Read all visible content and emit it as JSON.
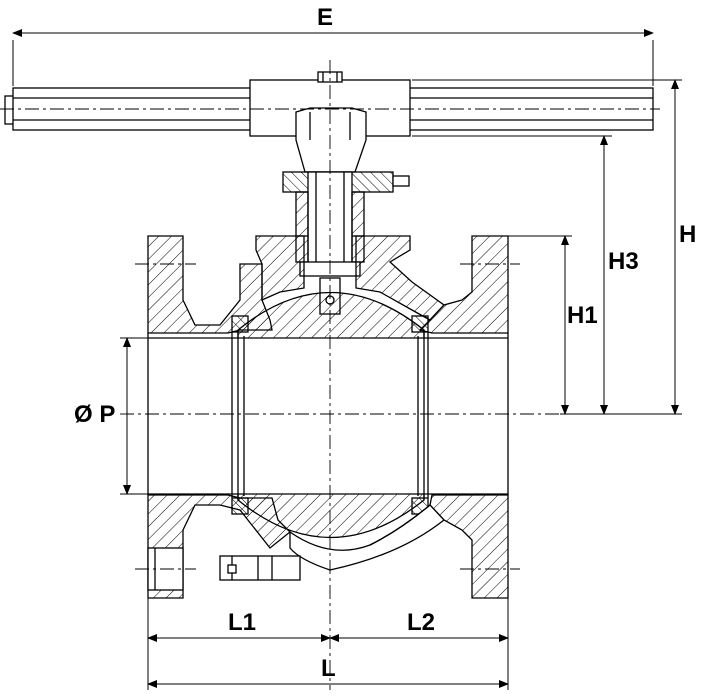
{
  "dimensions": {
    "E": "E",
    "H": "H",
    "H3": "H3",
    "H1": "H1",
    "P": "Ø P",
    "L1": "L1",
    "L2": "L2",
    "L": "L"
  },
  "colors": {
    "line": "#000000",
    "background": "#ffffff",
    "hatch": "#000000"
  }
}
